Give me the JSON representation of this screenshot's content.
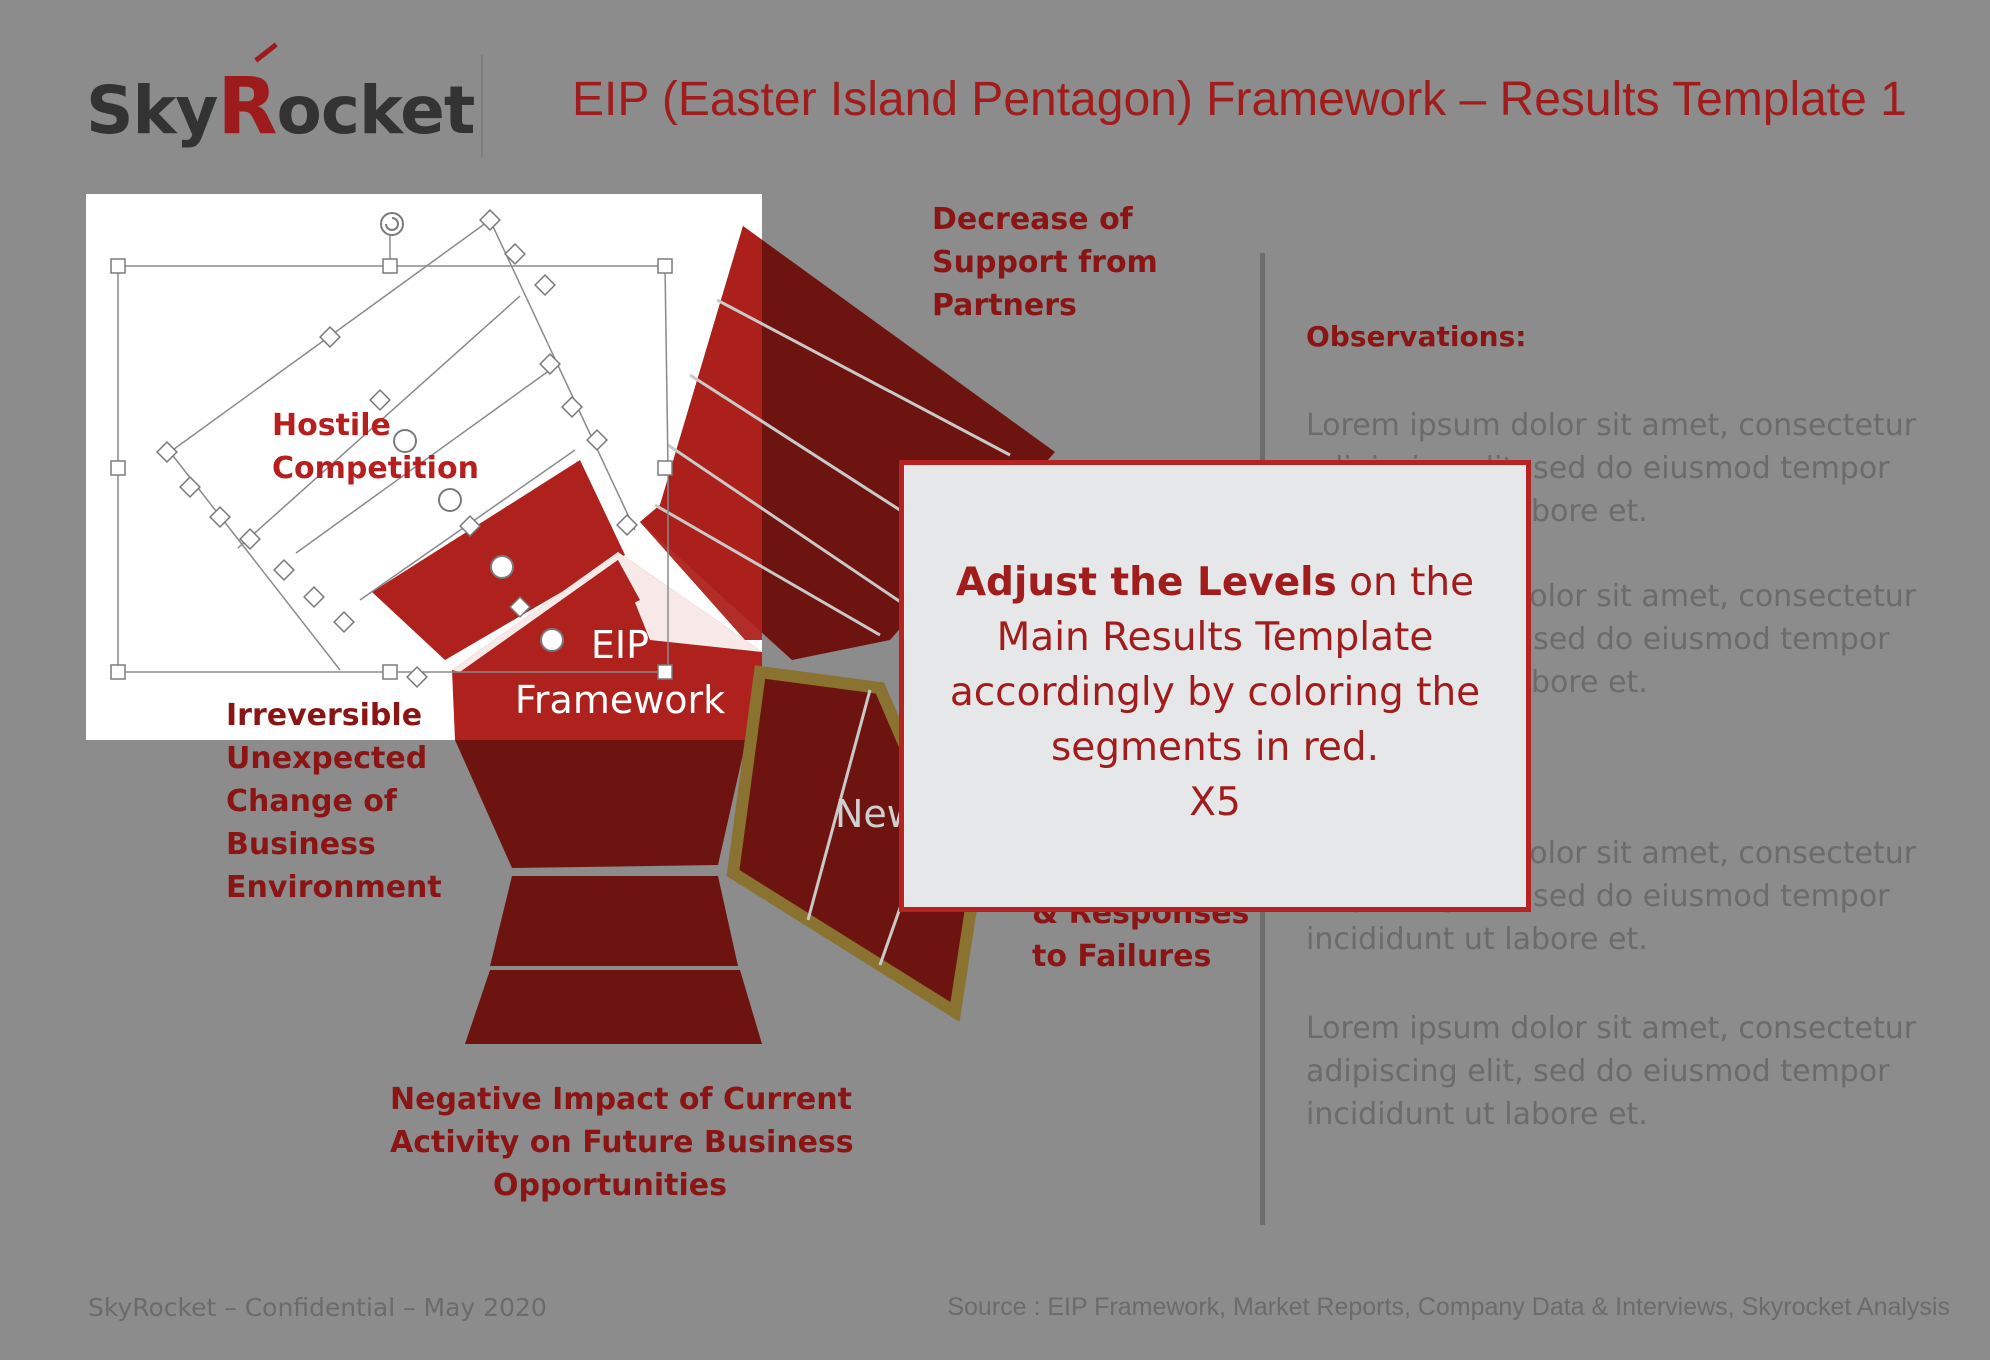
{
  "header": {
    "logo_sky": "Sky",
    "logo_r": "R",
    "logo_rest": "ocket",
    "title": "EIP (Easter Island Pentagon) Framework – Results Template 1"
  },
  "diagram": {
    "center_line1": "EIP",
    "center_line2": "Framework",
    "pillar_partial": "New",
    "labels": {
      "top_right": [
        "Decrease of",
        "Support from",
        "Partners"
      ],
      "top_left": [
        "Hostile",
        "Competition"
      ],
      "left": [
        "Irreversible",
        "Unexpected",
        "Change of",
        "Business",
        "Environment"
      ],
      "right": [
        "& Responses",
        "to Failures"
      ],
      "bottom": [
        "Negative Impact of Current",
        "Activity on Future Business",
        "Opportunities"
      ]
    }
  },
  "observations": {
    "heading": "Observations:",
    "paragraphs": [
      [
        "Lorem ipsum dolor sit amet, consectetur",
        "adipiscing elit, sed do eiusmod tempor",
        "incididunt ut labore et."
      ],
      [
        "Lorem ipsum dolor sit amet, consectetur",
        "adipiscing elit, sed do eiusmod tempor",
        "incididunt ut labore et."
      ],
      [
        "Lorem ipsum dolor sit amet, consectetur",
        "adipiscing elit, sed do eiusmod tempor",
        "incididunt ut labore et."
      ],
      [
        "Lorem ipsum dolor sit amet, consectetur",
        "adipiscing elit, sed do eiusmod tempor",
        "incididunt ut labore et."
      ]
    ]
  },
  "popup": {
    "bold": "Adjust the Levels",
    "rest": " on the Main Results Template accordingly by coloring the segments in red.",
    "count": "X5"
  },
  "footer": {
    "left": "SkyRocket – Confidential – May 2020",
    "right": "Source : EIP Framework, Market Reports, Company Data & Interviews, Skyrocket Analysis"
  },
  "colors": {
    "background": "#8c8c8c",
    "dark_red": "#6e1410",
    "red": "#ae211c",
    "gold": "#8a7230",
    "popup_bg": "#e6e7e9",
    "accent": "#a11c1c"
  },
  "icons": [
    "rotate-icon"
  ]
}
